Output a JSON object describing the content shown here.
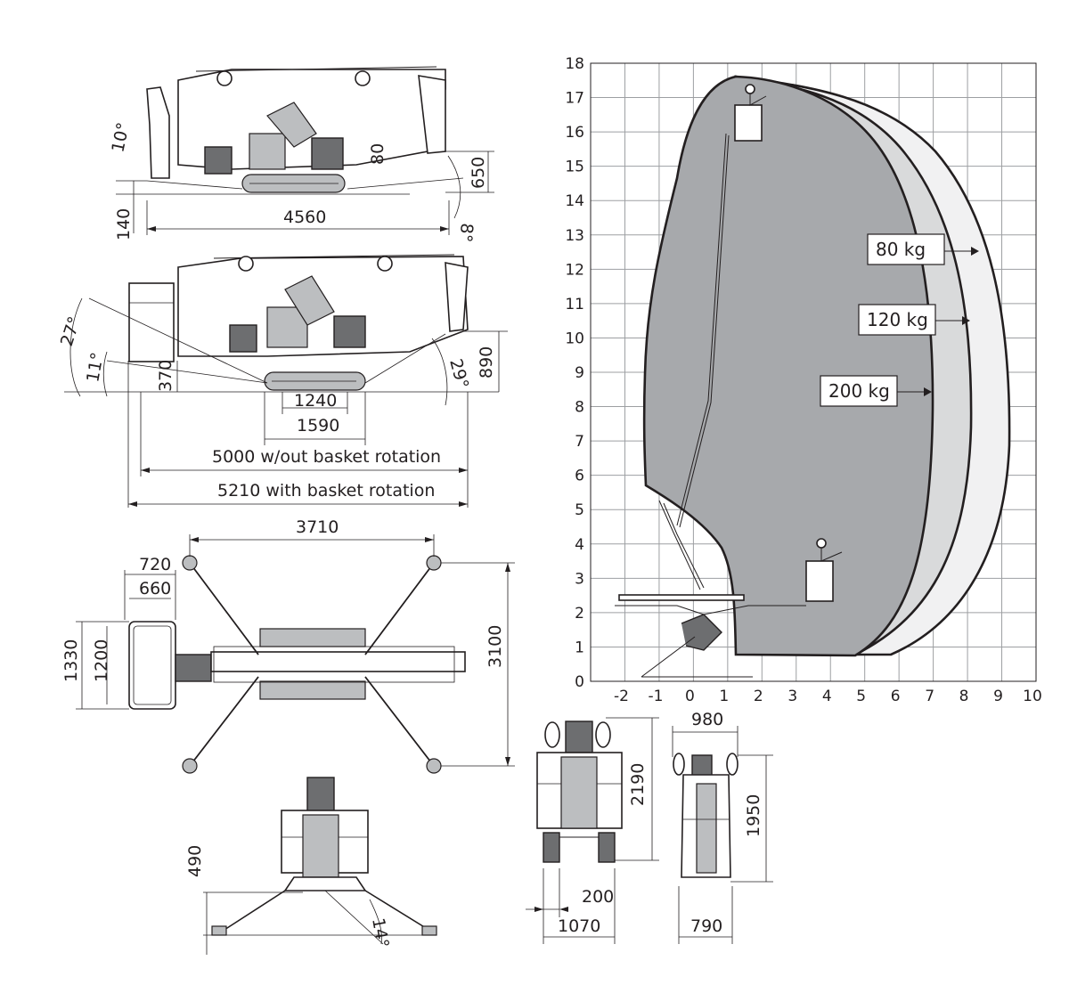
{
  "side_view_top": {
    "angle_front": "10°",
    "angle_rear": "8°",
    "height_boom": "80",
    "height_rear": "650",
    "ground_clearance": "140",
    "length": "4560"
  },
  "side_view_bottom": {
    "angle_27": "27°",
    "angle_11": "11°",
    "angle_29": "29°",
    "height_370": "370",
    "height_890": "890",
    "track_1240": "1240",
    "track_1590": "1590",
    "len_no_rotation": "5000 w/out basket rotation",
    "len_with_rotation": "5210 with basket rotation"
  },
  "top_view": {
    "outrigger_span": "3710",
    "outrigger_depth": "3100",
    "basket_720": "720",
    "basket_660": "660",
    "basket_1330": "1330",
    "basket_1200": "1200"
  },
  "front_view": {
    "height_490": "490",
    "angle_14": "14°"
  },
  "rear_view": {
    "height_2190": "2190",
    "width_200": "200",
    "width_1070": "1070"
  },
  "narrow_view": {
    "width_980": "980",
    "height_1950": "1950",
    "width_790": "790"
  },
  "working_envelope": {
    "y_ticks": [
      "0",
      "1",
      "2",
      "3",
      "4",
      "5",
      "6",
      "7",
      "8",
      "9",
      "10",
      "11",
      "12",
      "13",
      "14",
      "15",
      "16",
      "17",
      "18"
    ],
    "x_ticks": [
      "-2",
      "-1",
      "0",
      "1",
      "2",
      "3",
      "4",
      "5",
      "6",
      "7",
      "8",
      "9",
      "10"
    ],
    "loads": [
      {
        "label": "80 kg",
        "fill": "#f1f1f2"
      },
      {
        "label": "120 kg",
        "fill": "#d9dadb"
      },
      {
        "label": "200 kg",
        "fill": "#a7a9ac"
      }
    ]
  }
}
